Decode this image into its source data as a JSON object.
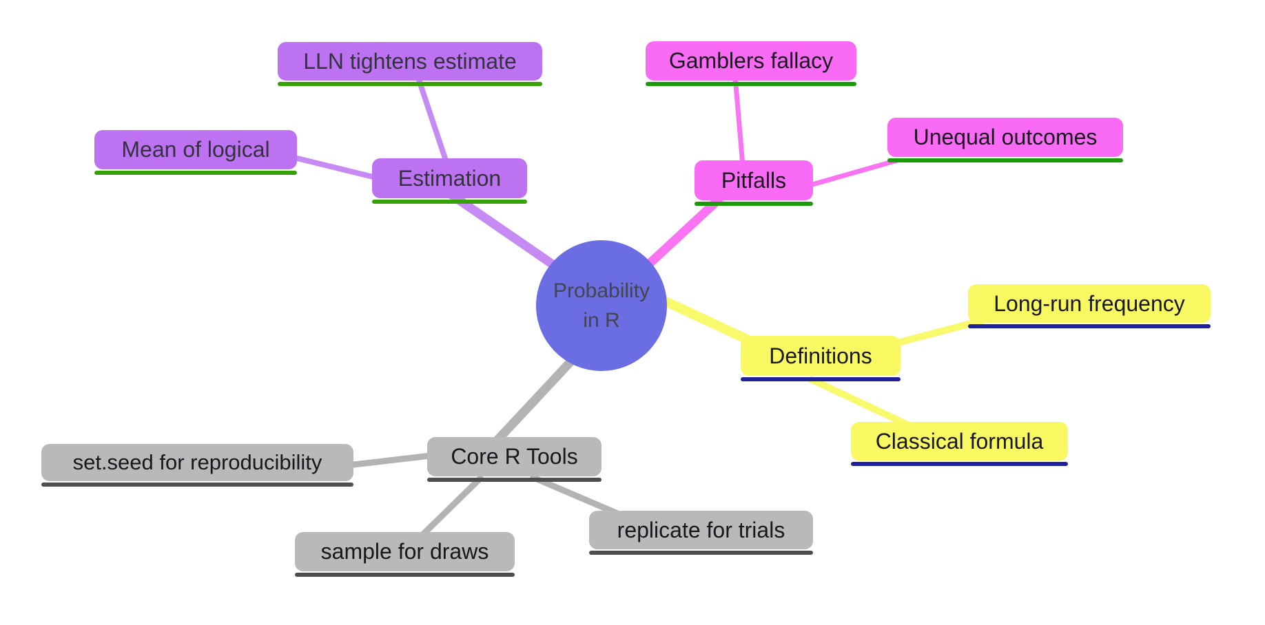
{
  "mindmap": {
    "title": "Probability in R mindmap",
    "center": {
      "label_line1": "Probability",
      "label_line2": "in R",
      "fill": "#6b6ee2",
      "text_color": "#44444e"
    },
    "branches": [
      {
        "id": "estimation",
        "label": "Estimation",
        "fill": "#bd72f2",
        "edge_color": "#c68af3",
        "underline_color": "#36a007",
        "children": [
          {
            "label": "LLN tightens estimate"
          },
          {
            "label": "Mean of logical"
          }
        ]
      },
      {
        "id": "pitfalls",
        "label": "Pitfalls",
        "fill": "#f96af5",
        "edge_color": "#f973f3",
        "underline_color": "#1c9b0a",
        "children": [
          {
            "label": "Gamblers fallacy"
          },
          {
            "label": "Unequal outcomes"
          }
        ]
      },
      {
        "id": "definitions",
        "label": "Definitions",
        "fill": "#f8f862",
        "edge_color": "#f9f96e",
        "underline_color": "#202199",
        "children": [
          {
            "label": "Long-run frequency"
          },
          {
            "label": "Classical formula"
          }
        ]
      },
      {
        "id": "core_r_tools",
        "label": "Core R Tools",
        "fill": "#b9b9b9",
        "edge_color": "#b3b3b3",
        "underline_color": "#4e4e4e",
        "children": [
          {
            "label": "set.seed for reproducibility"
          },
          {
            "label": "sample for draws"
          },
          {
            "label": "replicate for trials"
          }
        ]
      }
    ]
  }
}
